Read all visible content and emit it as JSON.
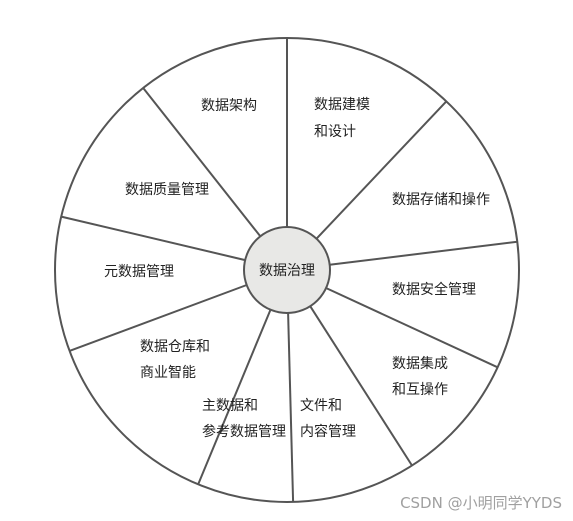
{
  "center": {
    "label": "数据治理"
  },
  "segments": [
    {
      "id": "data-architecture",
      "lines": [
        "数据架构"
      ]
    },
    {
      "id": "data-modeling",
      "lines": [
        "数据建模",
        "和设计"
      ]
    },
    {
      "id": "data-storage",
      "lines": [
        "数据存储和操作"
      ]
    },
    {
      "id": "data-security",
      "lines": [
        "数据安全管理"
      ]
    },
    {
      "id": "data-integration",
      "lines": [
        "数据集成",
        "和互操作"
      ]
    },
    {
      "id": "document-content",
      "lines": [
        "文件和",
        "内容管理"
      ]
    },
    {
      "id": "master-reference-data",
      "lines": [
        "主数据和",
        "参考数据管理"
      ]
    },
    {
      "id": "data-warehouse-bi",
      "lines": [
        "数据仓库和",
        "商业智能"
      ]
    },
    {
      "id": "metadata",
      "lines": [
        "元数据管理"
      ]
    },
    {
      "id": "data-quality",
      "lines": [
        "数据质量管理"
      ]
    }
  ],
  "watermark": "CSDN @小明同学YYDS",
  "colors": {
    "stroke": "#555555",
    "hub_fill": "#e8e8e6",
    "background": "#ffffff",
    "text": "#222222",
    "watermark": "#a0a0a0"
  }
}
